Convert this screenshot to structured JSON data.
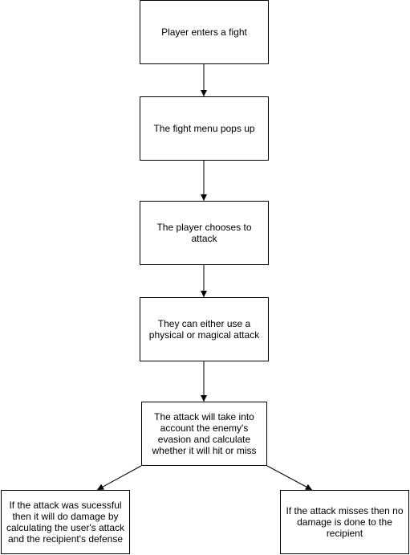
{
  "colors": {
    "line": "#000000",
    "box_border": "#000000",
    "box_fill": "#ffffff",
    "text": "#000000"
  },
  "nodes": {
    "enter_fight": "Player enters a fight",
    "fight_menu": "The fight menu pops up",
    "choose_attack": "The player chooses to attack",
    "attack_type": "They can either use a physical or magical attack",
    "hit_calc": "The attack will take into account the enemy's evasion and calculate whether it will hit or miss",
    "success": "If the attack was sucessful then it will do damage by calculating the user's attack and the recipient's defense",
    "miss": "If the attack misses then no damage is done to the recipient"
  },
  "edges": [
    {
      "from": "enter_fight",
      "to": "fight_menu"
    },
    {
      "from": "fight_menu",
      "to": "choose_attack"
    },
    {
      "from": "choose_attack",
      "to": "attack_type"
    },
    {
      "from": "attack_type",
      "to": "hit_calc"
    },
    {
      "from": "hit_calc",
      "to": "success"
    },
    {
      "from": "hit_calc",
      "to": "miss"
    }
  ]
}
